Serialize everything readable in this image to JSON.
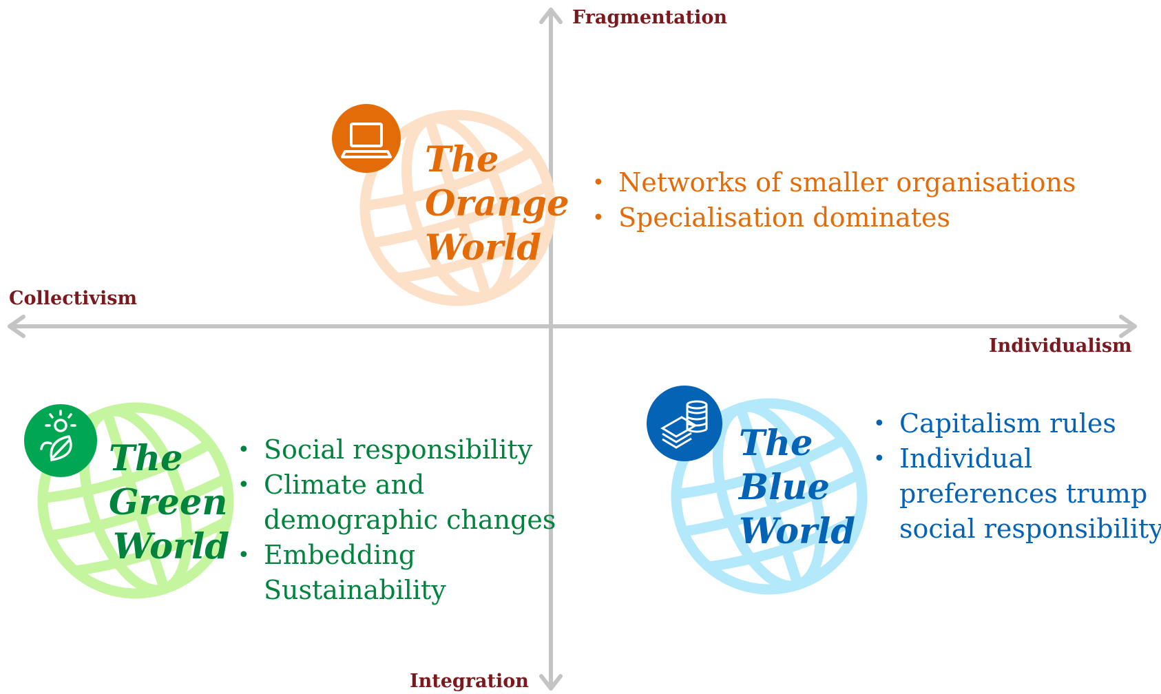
{
  "axes": {
    "top": "Fragmentation",
    "bottom": "Integration",
    "left": "Collectivism",
    "right": "Individualism"
  },
  "worlds": {
    "orange": {
      "title": [
        "The",
        "Orange",
        "World"
      ],
      "bullets": [
        "Networks of smaller organisations",
        "Specialisation dominates"
      ],
      "icon": "laptop-icon",
      "colors": {
        "text": "#e36c09",
        "globe": "#fde0c8",
        "badge": "#e36c09"
      }
    },
    "green": {
      "title": [
        "The",
        "Green",
        "World"
      ],
      "bullets": [
        "Social responsibility",
        "Climate and",
        "demographic changes",
        "Embedding",
        "Sustainability"
      ],
      "icon": "sun-leaf-icon",
      "colors": {
        "text": "#00843d",
        "globe": "#c6f5a0",
        "badge": "#00a651"
      }
    },
    "blue": {
      "title": [
        "The",
        "Blue",
        "World"
      ],
      "bullets": [
        "Capitalism rules",
        "Individual",
        "preferences trump",
        "social responsibility"
      ],
      "icon": "money-coins-icon",
      "colors": {
        "text": "#0563b5",
        "globe": "#b3e9fb",
        "badge": "#0563b5"
      }
    }
  },
  "colors": {
    "axis": "#c4c4c4",
    "axis_label": "#7b1a1e"
  }
}
